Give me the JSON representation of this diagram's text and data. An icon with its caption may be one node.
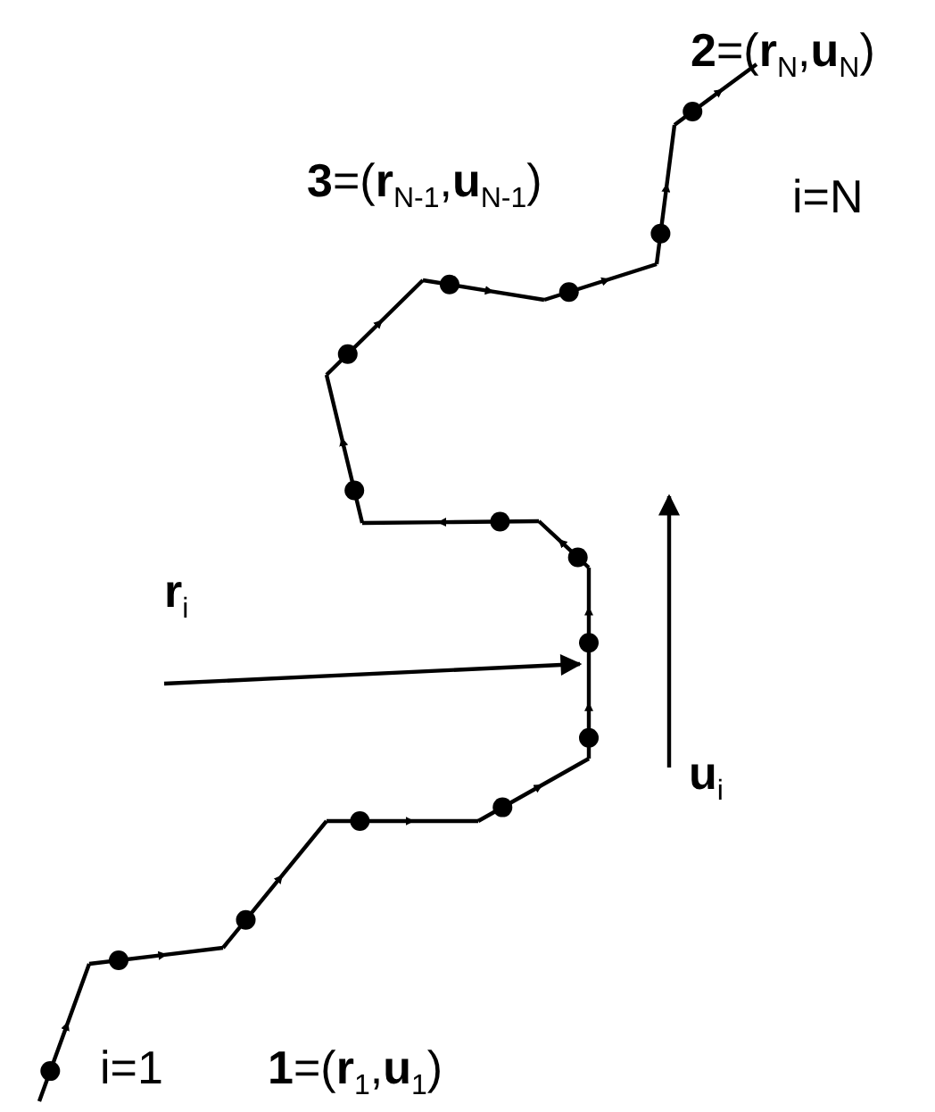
{
  "diagram": {
    "labels": [
      "**2**=(**r**$_{N}$,**u**$_{N}$)",
      "**3**=(**r**$_{N-1}$,**u**$_{N-1}$)",
      "i=N",
      "**r**$_{i}$",
      "**u**$_{i}$",
      "i=1",
      "**1**=(**r**$_{1}$,**u**$_{1}$)"
    ]
  }
}
